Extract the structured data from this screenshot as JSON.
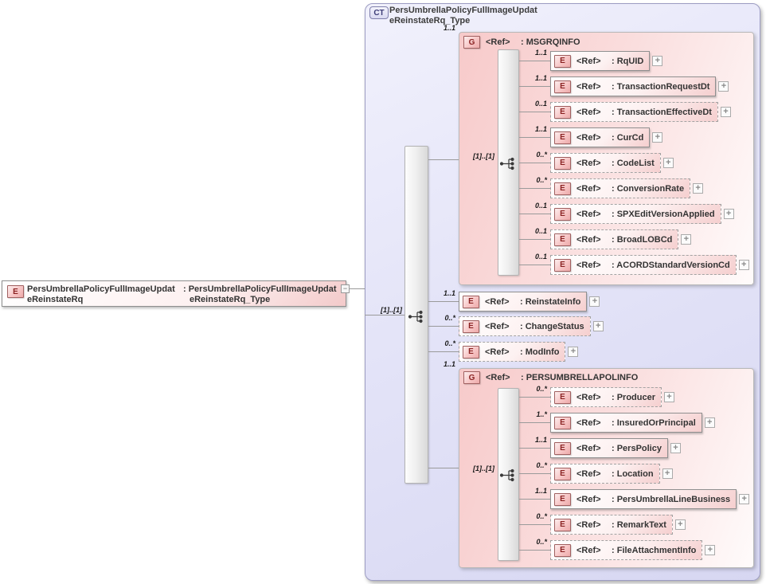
{
  "diagram": {
    "labels": {
      "ref": "<Ref>"
    },
    "glyphs": {
      "expand": "+",
      "collapse": "−"
    },
    "badges": {
      "element": "E",
      "group": "G",
      "complex_type": "CT"
    },
    "root_element": {
      "name_line1": "PersUmbrellaPolicyFullImageUpdat",
      "name_line2": "eReinstateRq",
      "type_line1": ": PersUmbrellaPolicyFullImageUpdat",
      "type_line2": "eReinstateRq_Type"
    },
    "complex_type": {
      "title_line1": "PersUmbrellaPolicyFullImageUpdat",
      "title_line2": "eReinstateRq_Type",
      "model_occurs": "[1]..[1]"
    },
    "msgrqinfo": {
      "occurs": "1..1",
      "name": ": MSGRQINFO",
      "model_occurs": "[1]..[1]",
      "items": [
        {
          "card": "1..1",
          "name": ": RqUID"
        },
        {
          "card": "1..1",
          "name": ": TransactionRequestDt"
        },
        {
          "card": "0..1",
          "name": ": TransactionEffectiveDt"
        },
        {
          "card": "1..1",
          "name": ": CurCd"
        },
        {
          "card": "0..*",
          "name": ": CodeList"
        },
        {
          "card": "0..*",
          "name": ": ConversionRate"
        },
        {
          "card": "0..1",
          "name": ": SPXEditVersionApplied"
        },
        {
          "card": "0..1",
          "name": ": BroadLOBCd"
        },
        {
          "card": "0..1",
          "name": ": ACORDStandardVersionCd"
        }
      ]
    },
    "body_items": [
      {
        "card": "1..1",
        "name": ": ReinstateInfo"
      },
      {
        "card": "0..*",
        "name": ": ChangeStatus"
      },
      {
        "card": "0..*",
        "name": ": ModInfo"
      }
    ],
    "persumbrellapolinfo": {
      "occurs": "1..1",
      "name": ": PERSUMBRELLAPOLINFO",
      "model_occurs": "[1]..[1]",
      "items": [
        {
          "card": "0..*",
          "name": ": Producer"
        },
        {
          "card": "1..*",
          "name": ": InsuredOrPrincipal"
        },
        {
          "card": "1..1",
          "name": ": PersPolicy"
        },
        {
          "card": "0..*",
          "name": ": Location"
        },
        {
          "card": "1..1",
          "name": ": PersUmbrellaLineBusiness"
        },
        {
          "card": "0..*",
          "name": ": RemarkText"
        },
        {
          "card": "0..*",
          "name": ": FileAttachmentInfo"
        }
      ]
    },
    "colors": {
      "group_pink": "#f7caca",
      "container_lavender": "#e0e0f6",
      "badge_red": "#8b2222",
      "connector_gray": "#9a9a9a"
    }
  }
}
